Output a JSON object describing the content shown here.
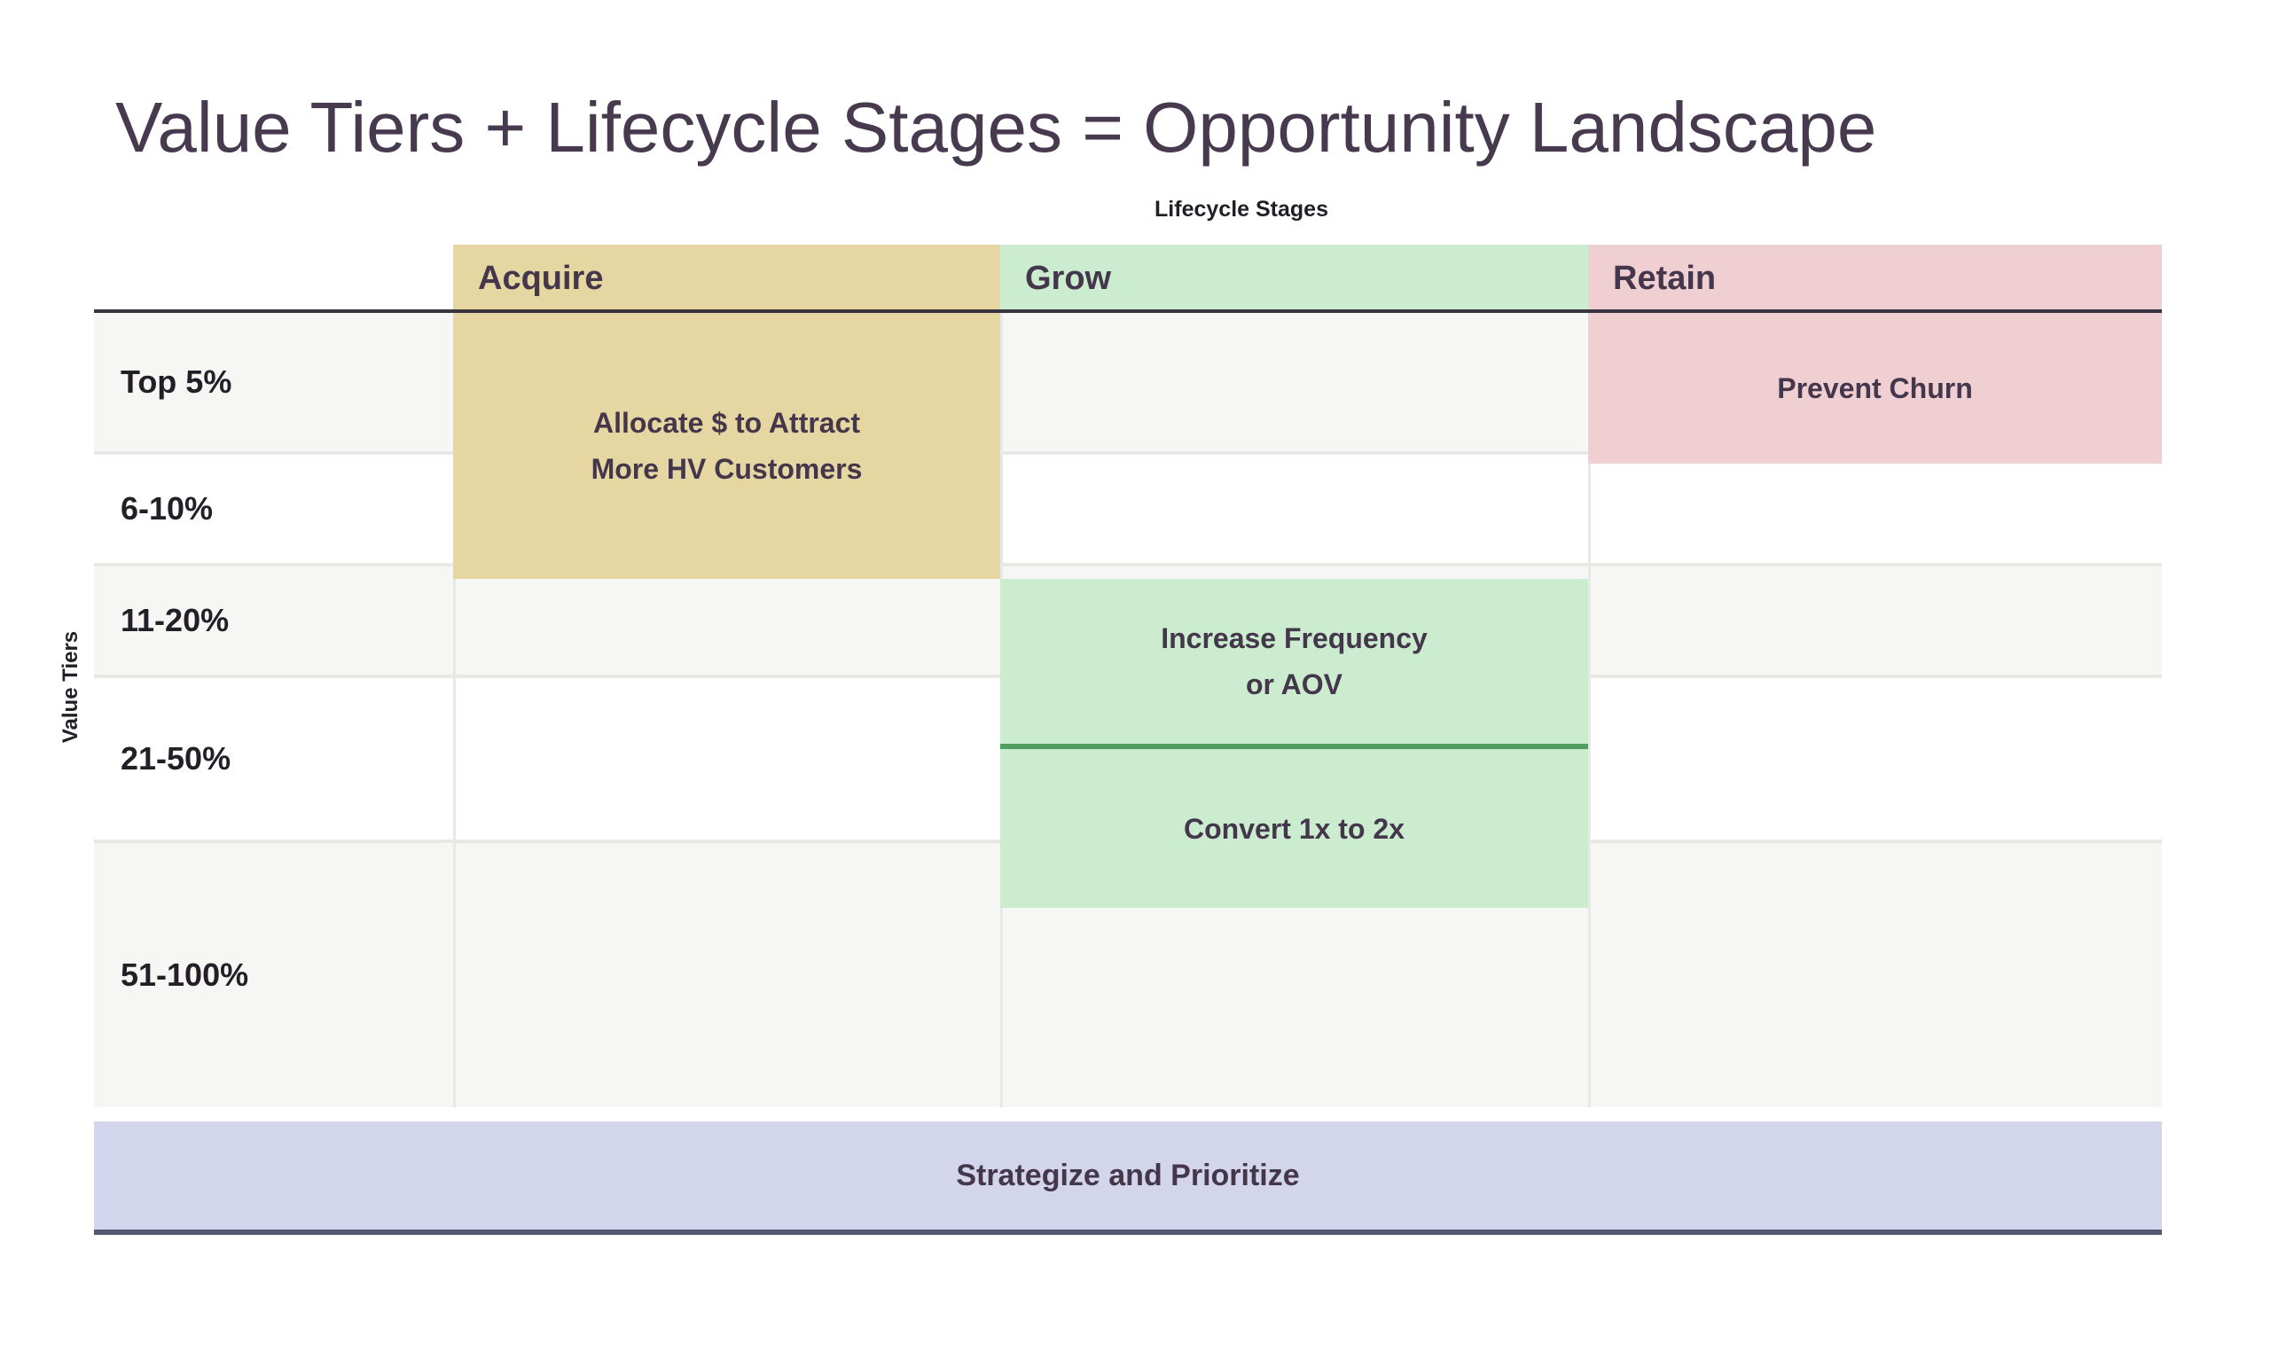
{
  "title": "Value Tiers + Lifecycle Stages = Opportunity Landscape",
  "axis": {
    "columns_label": "Lifecycle Stages",
    "rows_label": "Value Tiers"
  },
  "columns": [
    {
      "label": "Acquire",
      "color": "#e5d6a2"
    },
    {
      "label": "Grow",
      "color": "#cbeccf"
    },
    {
      "label": "Retain",
      "color": "#f0cfd3"
    }
  ],
  "rows": [
    {
      "label": "Top 5%"
    },
    {
      "label": "6-10%"
    },
    {
      "label": "11-20%"
    },
    {
      "label": "21-50%"
    },
    {
      "label": "51-100%"
    }
  ],
  "blocks": {
    "acquire": {
      "line1": "Allocate $ to Attract",
      "line2": "More HV Customers",
      "column": "Acquire",
      "rows": "Top 5% – 11-20%"
    },
    "retain": {
      "text": "Prevent Churn",
      "column": "Retain",
      "rows": "Top 5% – 6-10%"
    },
    "grow_mid": {
      "line1": "Increase Frequency",
      "line2": "or AOV",
      "column": "Grow",
      "rows": "21-50%"
    },
    "grow_convert": {
      "text": "Convert 1x to 2x",
      "column": "Grow",
      "rows": "51-100% (upper)"
    }
  },
  "footer": {
    "text": "Strategize and Prioritize"
  },
  "colors": {
    "tan": "#e5d6a2",
    "green": "#cbeccf",
    "pink": "#f0cfd3",
    "lavender": "#d2d5ec",
    "divider-green": "#4f9f60",
    "dark-line": "#39333f",
    "bar-underline": "#555670",
    "title-color": "#473a4f",
    "block-text": "#44374c",
    "label-dark": "#221f26",
    "row-gray": "#f6f6f4",
    "grid-line": "#e8e8e5"
  }
}
